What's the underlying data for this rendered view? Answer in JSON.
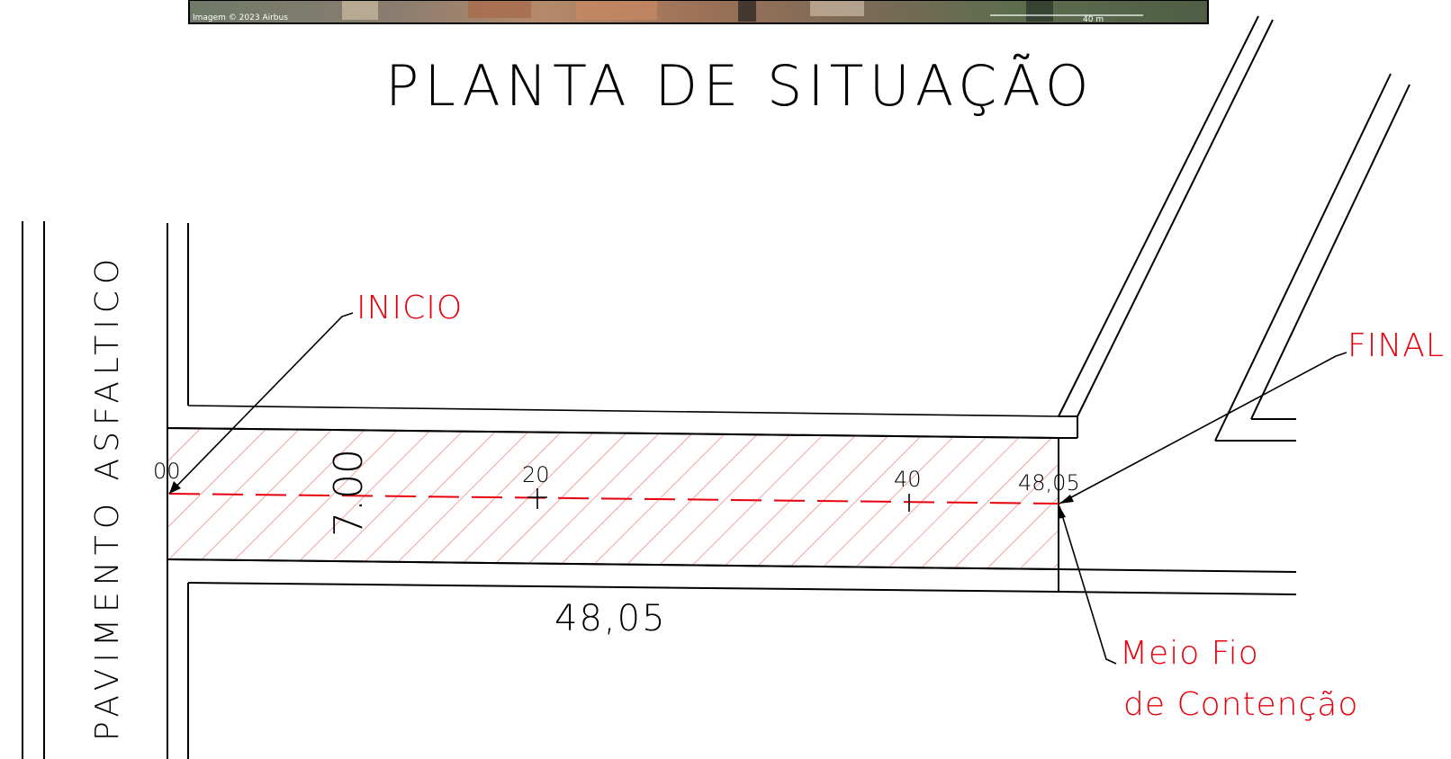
{
  "photo": {
    "credit": "Imagem © 2023 Airbus",
    "scale": "40 m"
  },
  "title": "PLANTA DE SITUAÇÃO",
  "road_label": "PAVIMENTO ASFALTICO",
  "width_label": "7.00",
  "length_label": "48,05",
  "stations": [
    "00",
    "20",
    "40",
    "48,05"
  ],
  "callouts": {
    "start": "INICIO",
    "end": "FINAL",
    "curb_line1": "Meio Fio",
    "curb_line2": "de Contenção"
  },
  "colors": {
    "line": "#000000",
    "annotation": "#e8000d",
    "hatch": "#f08a8a"
  }
}
